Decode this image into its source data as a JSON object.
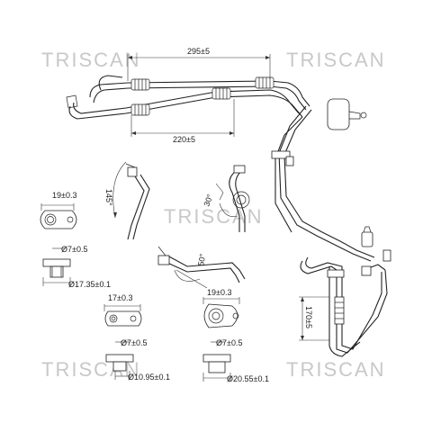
{
  "watermarks": [
    "TRISCAN",
    "TRISCAN",
    "TRISCAN",
    "TRISCAN",
    "TRISCAN"
  ],
  "dimensions": {
    "length_top": "295±5",
    "length_lower": "220±5",
    "bend_145": "145°",
    "bend_30": "30°",
    "bend_50": "50°",
    "length_right": "170±5",
    "fitting_a_width": "19±0.3",
    "fitting_a_bore": "Ø7±0.5",
    "fitting_a_od": "Ø17.35±0.1",
    "fitting_b_width": "17±0.3",
    "fitting_b_bore": "Ø7±0.5",
    "fitting_b_od": "Ø10.95±0.1",
    "fitting_c_width": "19±0.3",
    "fitting_c_bore": "Ø7±0.5",
    "fitting_c_od": "Ø20.55±0.1"
  }
}
